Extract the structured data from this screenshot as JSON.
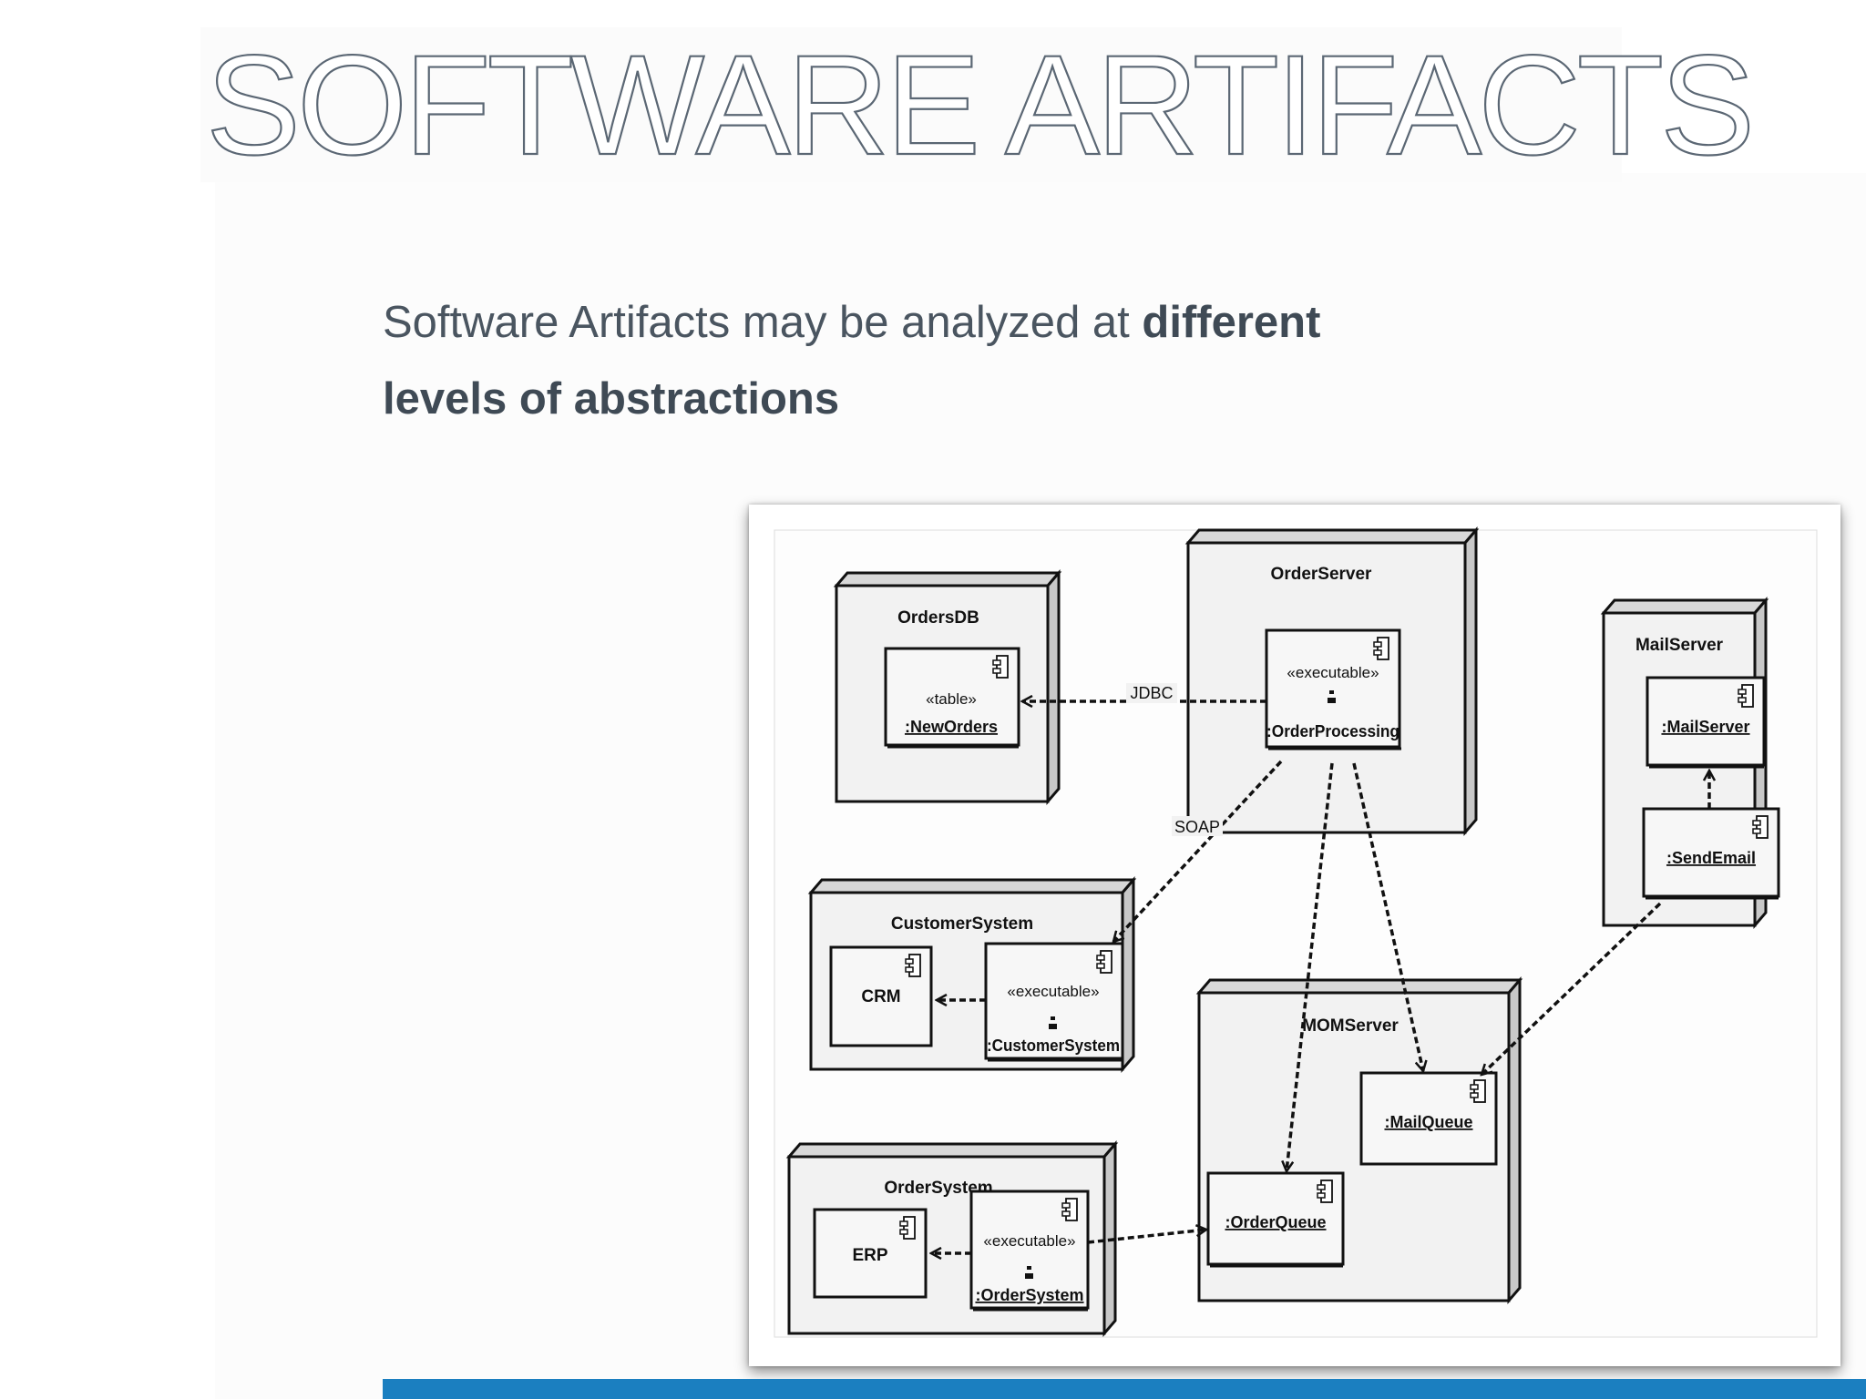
{
  "slide": {
    "title": "SOFTWARE ARTIFACTS",
    "body_regular": "Software Artifacts may be analyzed at ",
    "body_bold": "different levels of abstractions"
  },
  "diagram": {
    "nodes": {
      "orders_db": "OrdersDB",
      "order_server": "OrderServer",
      "mail_server": "MailServer",
      "customer_system": "CustomerSystem",
      "mom_server": "MOMServer",
      "order_system": "OrderSystem"
    },
    "components": {
      "new_orders_stereotype": "«table»",
      "new_orders": ":NewOrders",
      "order_processing_stereotype": "«executable»",
      "order_processing": ":OrderProcessing",
      "mail_server_comp": ":MailServer",
      "send_email": ":SendEmail",
      "crm": "CRM",
      "customer_system_stereotype": "«executable»",
      "customer_system_comp": ":CustomerSystem",
      "mail_queue": ":MailQueue",
      "order_queue": ":OrderQueue",
      "erp": "ERP",
      "order_system_stereotype": "«executable»",
      "order_system_comp": ":OrderSystem"
    },
    "connectors": {
      "jdbc": "JDBC",
      "soap": "SOAP"
    }
  },
  "colors": {
    "title_outline": "#5b6774",
    "body_text": "#4a5560",
    "accent_bar": "#1b7fc0",
    "node_fill": "#f2f2f2",
    "line": "#111111"
  }
}
